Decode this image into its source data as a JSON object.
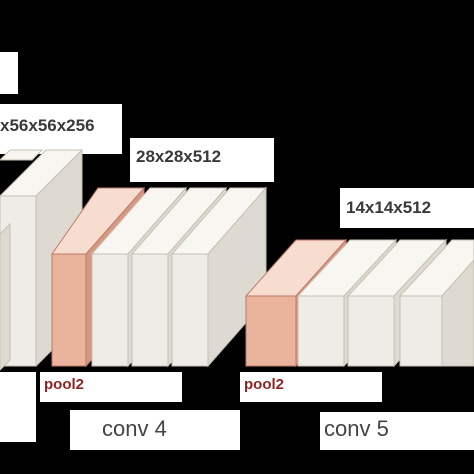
{
  "labels": {
    "dim_conv3": "x56x56x256",
    "dim_conv4": "28x28x512",
    "dim_conv5": "14x14x512",
    "pool_a": "pool2",
    "pool_b": "pool2",
    "conv_a": "conv 4",
    "conv_b": "conv 5"
  },
  "colors": {
    "background": "#000000",
    "block_front": "#eeece7",
    "block_top": "#f8f6f1",
    "block_side": "#dedad2",
    "block_stroke": "#c7c0b4",
    "pool_front": "#e9b39c",
    "pool_top": "#f7ddd0",
    "pool_side": "#d59982",
    "pool_stroke": "#c0796a",
    "pool_text": "#8e2525"
  }
}
